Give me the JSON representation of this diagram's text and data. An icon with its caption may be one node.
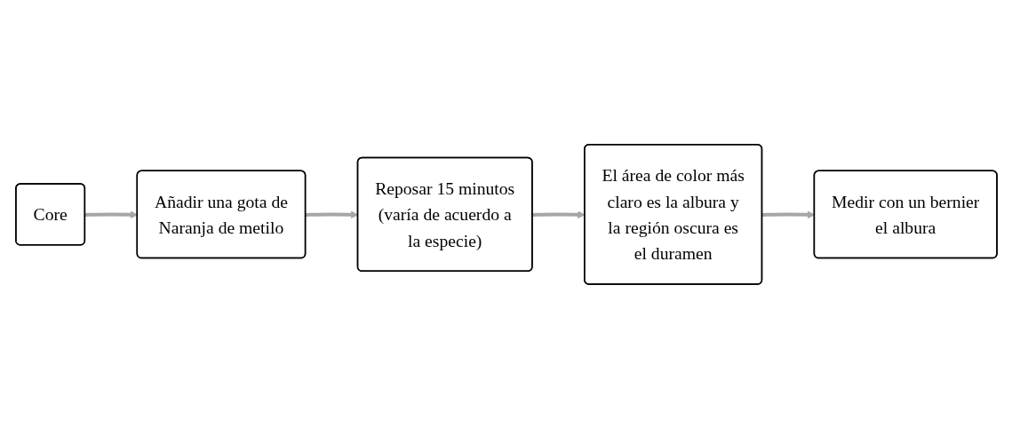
{
  "diagram": {
    "nodes": [
      {
        "text": [
          "Core"
        ]
      },
      {
        "text": [
          "Añadir una gota de Naranja de metilo"
        ]
      },
      {
        "text": [
          "Reposar 15 minutos (varía de acuerdo a la especie)"
        ]
      },
      {
        "text": [
          "El área de color más claro es la albura y la región oscura es el duramen"
        ]
      },
      {
        "text": [
          "Medir con un bernier el albura"
        ]
      }
    ],
    "edges": [
      {
        "from": 0,
        "to": 1,
        "arrow": "to"
      },
      {
        "from": 1,
        "to": 2,
        "arrow": "to"
      },
      {
        "from": 2,
        "to": 3,
        "arrow": "to"
      },
      {
        "from": 3,
        "to": 4,
        "arrow": "to"
      }
    ]
  }
}
